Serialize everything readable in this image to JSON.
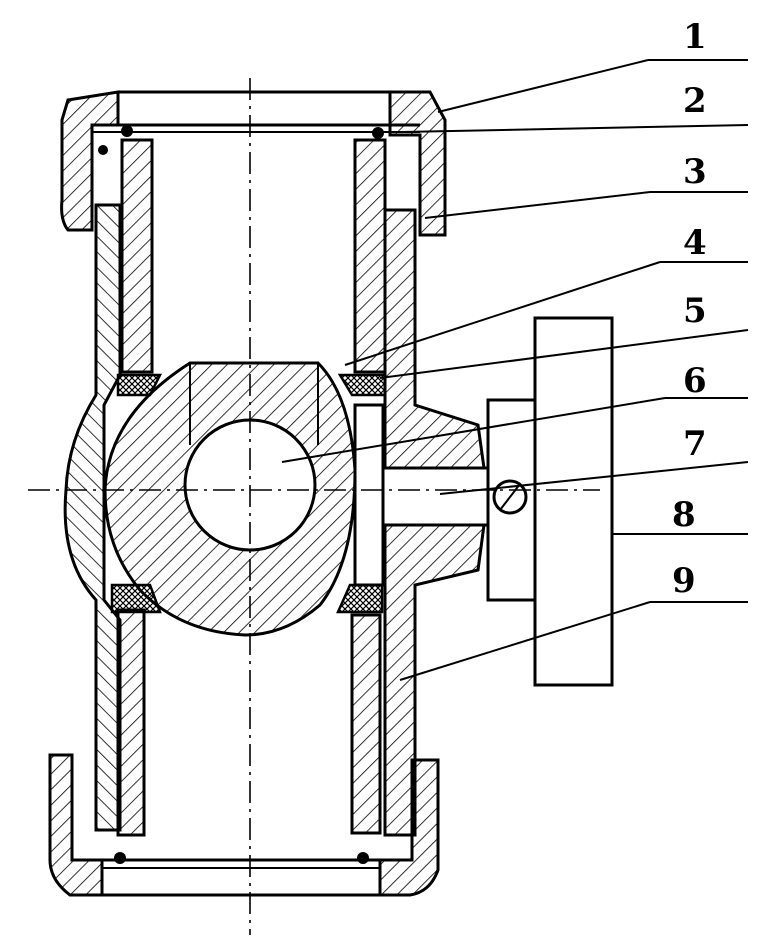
{
  "labels": [
    {
      "id": "1",
      "text": "1"
    },
    {
      "id": "2",
      "text": "2"
    },
    {
      "id": "3",
      "text": "3"
    },
    {
      "id": "4",
      "text": "4"
    },
    {
      "id": "5",
      "text": "5"
    },
    {
      "id": "6",
      "text": "6"
    },
    {
      "id": "7",
      "text": "7"
    },
    {
      "id": "8",
      "text": "8"
    },
    {
      "id": "9",
      "text": "9"
    }
  ]
}
